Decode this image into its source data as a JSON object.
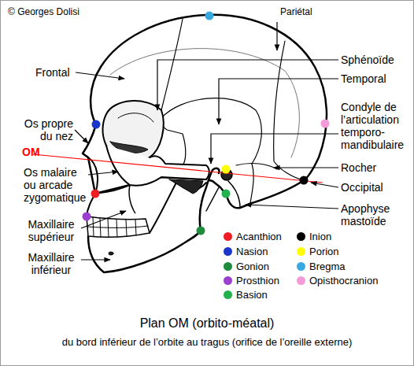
{
  "diagram": {
    "title": "Plan OM (orbito-méatal)",
    "caption": "du bord inférieur de l’orbite au tragus (orifice de l’oreille externe)",
    "labels": [
      "© Georges Dolisi",
      "Pariétal",
      "Frontal",
      "Sphénoïde",
      "Temporal",
      "Os propre du nez",
      "OM",
      "Condyle de l’articulation temporo-mandibulaire",
      "Os malaire ou arcade zygomatique",
      "Rocher",
      "Occipital",
      "Maxillaire supérieur",
      "Apophyse mastoïde",
      "Maxillaire inférieur"
    ],
    "legend": [
      {
        "text": "Acanthion",
        "color": "#ee1c24"
      },
      {
        "text": "Nasion",
        "color": "#1a35c8"
      },
      {
        "text": "Gonion",
        "color": "#1e8c3c"
      },
      {
        "text": "Prosthion",
        "color": "#9b3fd0"
      },
      {
        "text": "Basion",
        "color": "#22b14c"
      },
      {
        "text": "Inion",
        "color": "#000000"
      },
      {
        "text": "Porion",
        "color": "#ffff00"
      },
      {
        "text": "Bregma",
        "color": "#38a8e0"
      },
      {
        "text": "Opisthocranion",
        "color": "#f49ad8"
      }
    ]
  }
}
